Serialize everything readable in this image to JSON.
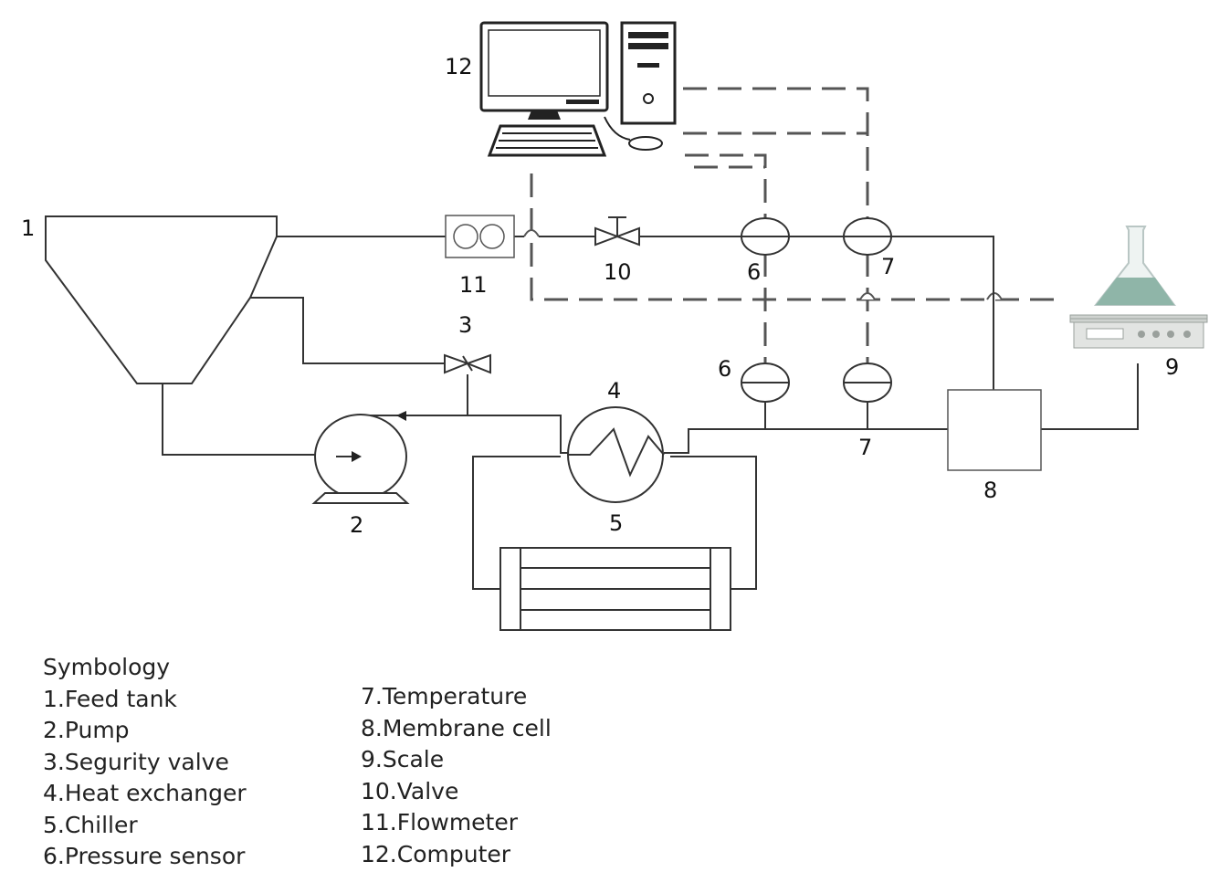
{
  "labels": {
    "feed_tank": "1",
    "pump": "2",
    "security_valve": "3",
    "heat_exchanger": "4",
    "chiller": "5",
    "pressure_sensor_top": "6",
    "pressure_sensor_bottom": "6",
    "temperature_top": "7",
    "temperature_bottom": "7",
    "membrane_cell": "8",
    "scale": "9",
    "valve": "10",
    "flowmeter": "11",
    "computer": "12"
  },
  "legend": {
    "title": "Symbology",
    "left": [
      "1.Feed tank",
      "2.Pump",
      "3.Segurity valve",
      "4.Heat exchanger",
      "5.Chiller",
      "6.Pressure sensor"
    ],
    "right": [
      "7.Temperature",
      "8.Membrane cell",
      "9.Scale",
      "10.Valve",
      "11.Flowmeter",
      "12.Computer"
    ]
  },
  "colors": {
    "line": "#333333",
    "flask_liquid": "#8fb5a8",
    "scale_body": "#e2e4e2"
  }
}
